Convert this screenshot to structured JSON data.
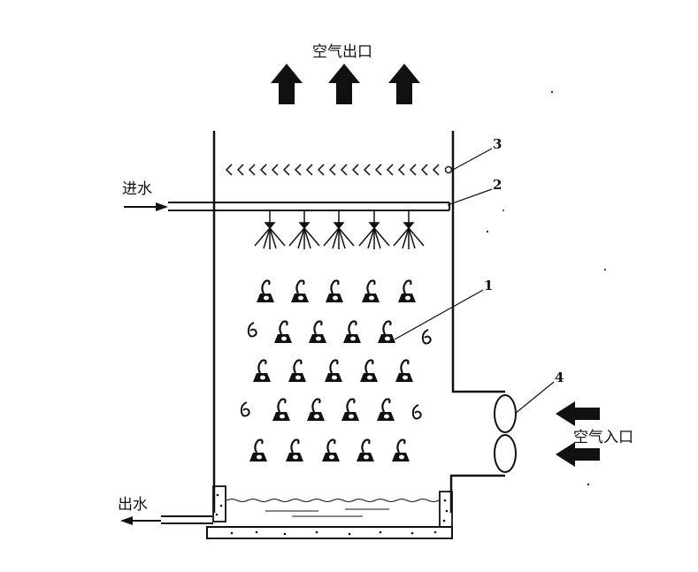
{
  "labels": {
    "air_outlet": "空气出口",
    "water_in": "进水",
    "water_out": "出水",
    "air_inlet": "空气入口"
  },
  "callouts": {
    "packing": "1",
    "sprayer": "2",
    "eliminator": "3",
    "fan": "4"
  },
  "colors": {
    "ink": "#111111",
    "background": "#ffffff"
  },
  "icons": [
    "arrow-up-icon",
    "arrow-left-icon",
    "spray-nozzle-icon",
    "packing-ring-icon",
    "fan-icon"
  ]
}
